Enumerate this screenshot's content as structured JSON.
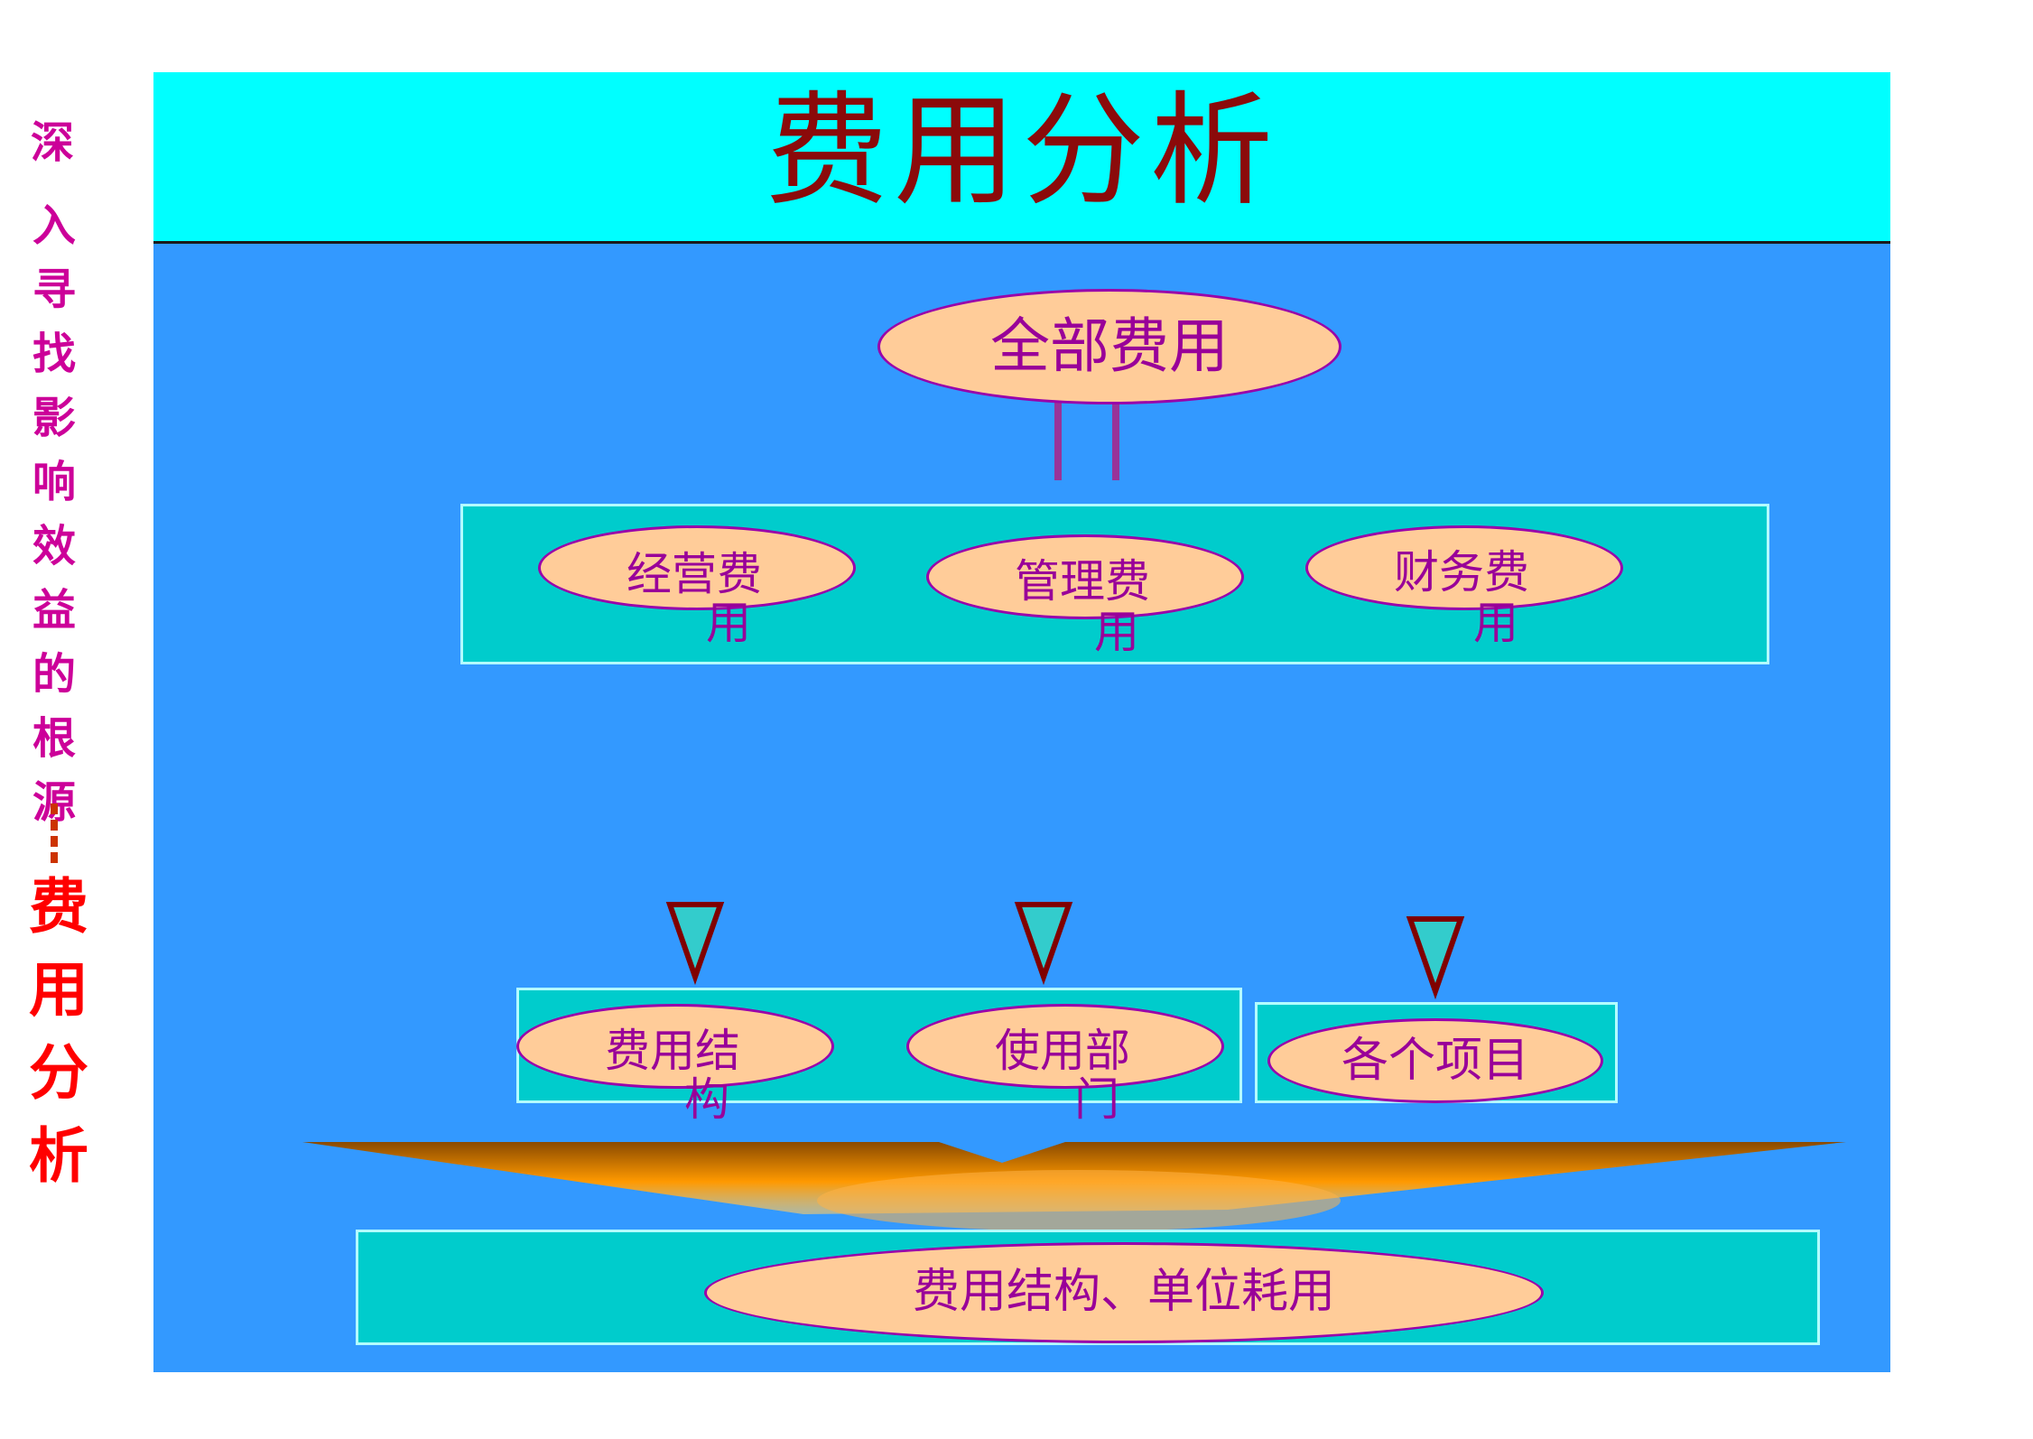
{
  "title": "费用分析",
  "side_label": {
    "top": "深",
    "chars": [
      "入",
      "寻",
      "找",
      "影",
      "响",
      "效",
      "益",
      "的",
      "根",
      "源"
    ],
    "emphasis": [
      "费",
      "用",
      "分",
      "析"
    ]
  },
  "top_node": "全部费用",
  "middle_nodes": [
    {
      "line1": "经营费",
      "line2": "用"
    },
    {
      "line1": "管理费",
      "line2": "用"
    },
    {
      "line1": "财务费",
      "line2": "用"
    }
  ],
  "plus_sign": "+",
  "lower_nodes": [
    {
      "line1": "费用结",
      "line2": "构"
    },
    {
      "line1": "使用部",
      "line2": "门"
    },
    {
      "line1": "各个项目",
      "line2": ""
    }
  ],
  "bottom_node": "费用结构、单位耗用",
  "colors": {
    "background": "#3399ff",
    "title_bar": "#00ffff",
    "title_text": "#8b0a0a",
    "panel": "#00cccc",
    "node_fill": "#ffcc99",
    "node_text": "#990099",
    "side_text": "#cc0099",
    "side_emphasis": "#ff0000",
    "connector": "#993399",
    "arrow_fill": "#33cccc",
    "arrow_outline": "#800000"
  }
}
